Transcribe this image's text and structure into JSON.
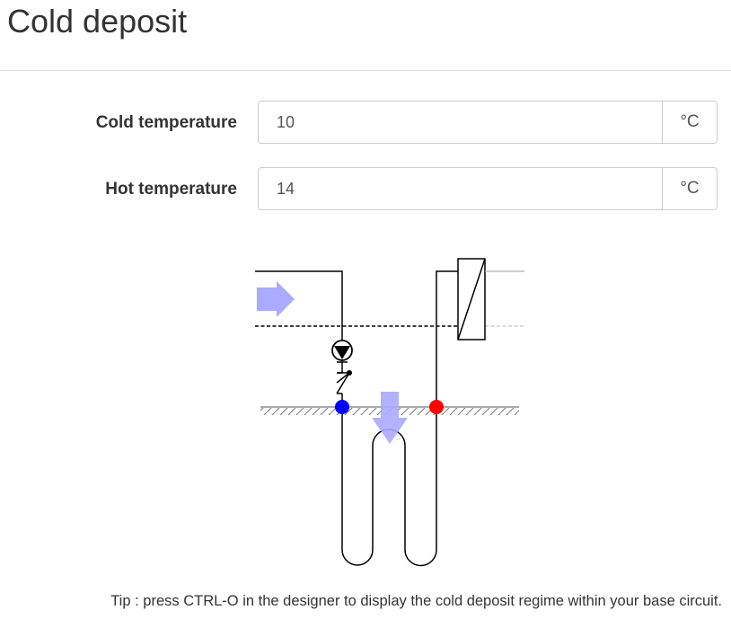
{
  "page": {
    "title": "Cold deposit"
  },
  "form": {
    "cold": {
      "label": "Cold temperature",
      "value": "10",
      "unit": "°C"
    },
    "hot": {
      "label": "Hot temperature",
      "value": "14",
      "unit": "°C"
    }
  },
  "diagram": {
    "colors": {
      "cold_node": "#0000ff",
      "hot_node": "#ff0000",
      "arrow": "#aaaaff",
      "line": "#000000",
      "thin_line": "#b0b0b0"
    },
    "icons": [
      "pump-icon",
      "check-valve-icon",
      "heat-exchanger-icon",
      "flow-arrow-icon",
      "ground-hatch-icon"
    ]
  },
  "tip": "Tip : press CTRL-O in the designer to display the cold deposit regime within your base circuit."
}
